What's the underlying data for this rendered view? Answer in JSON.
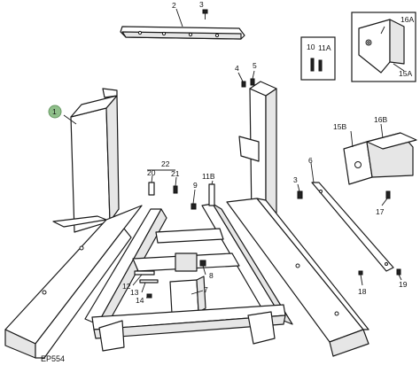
{
  "figure_code": "EP554",
  "callouts": {
    "c1": "1",
    "c2": "2",
    "c3a": "3",
    "c3b": "3",
    "c4": "4",
    "c5": "5",
    "c6": "6",
    "c7": "7",
    "c8": "8",
    "c9": "9",
    "c10": "10",
    "c11a": "11A",
    "c11b": "11B",
    "c12": "12",
    "c13": "13",
    "c14": "14",
    "c15a": "15A",
    "c15b": "15B",
    "c16a": "16A",
    "c16b": "16B",
    "c17": "17",
    "c18": "18",
    "c19": "19",
    "c20": "20",
    "c21": "21",
    "c22": "22"
  },
  "highlight_color": "#8fbf8a"
}
